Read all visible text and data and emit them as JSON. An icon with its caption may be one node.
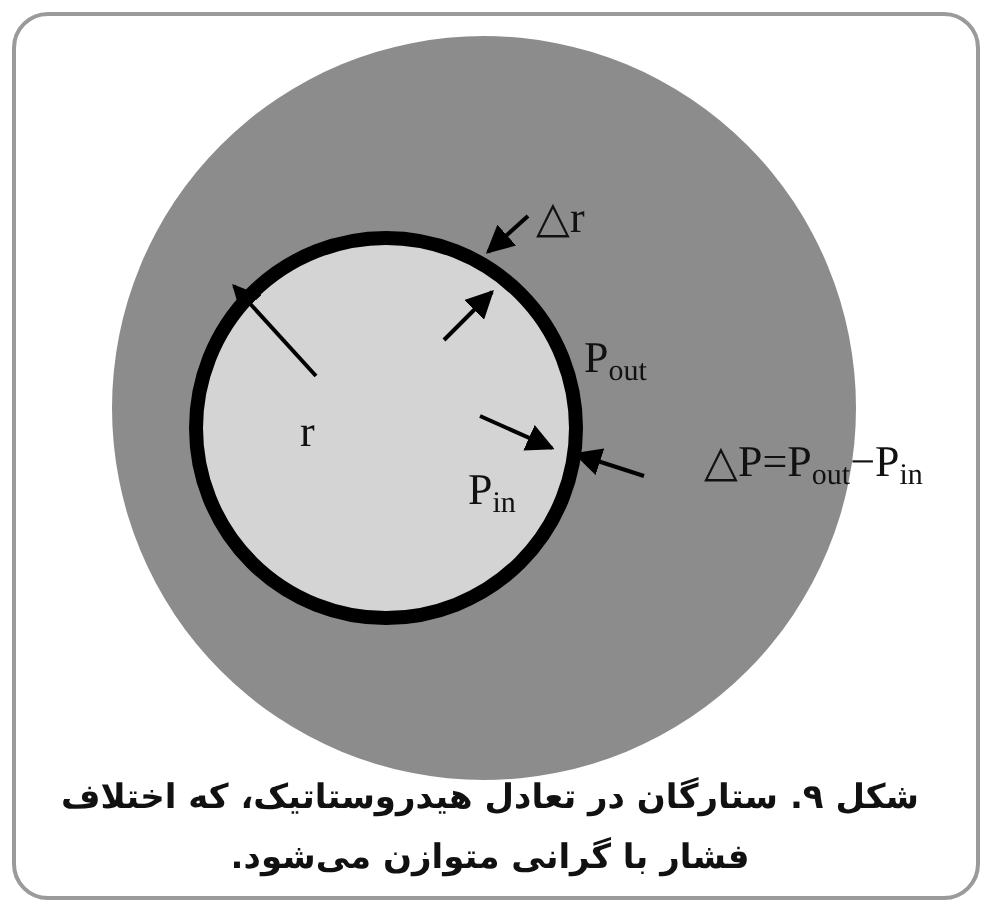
{
  "diagram": {
    "caption": "شکل ۹. ستارگان در تعادل هیدروستاتیک، که اختلاف فشار با گرانی متوازن می‌شود.",
    "labels": [
      "△r",
      "r",
      "P$_{out}$",
      "P$_{in}$",
      "△P=P$_{out}$−P$_{in}$"
    ]
  }
}
